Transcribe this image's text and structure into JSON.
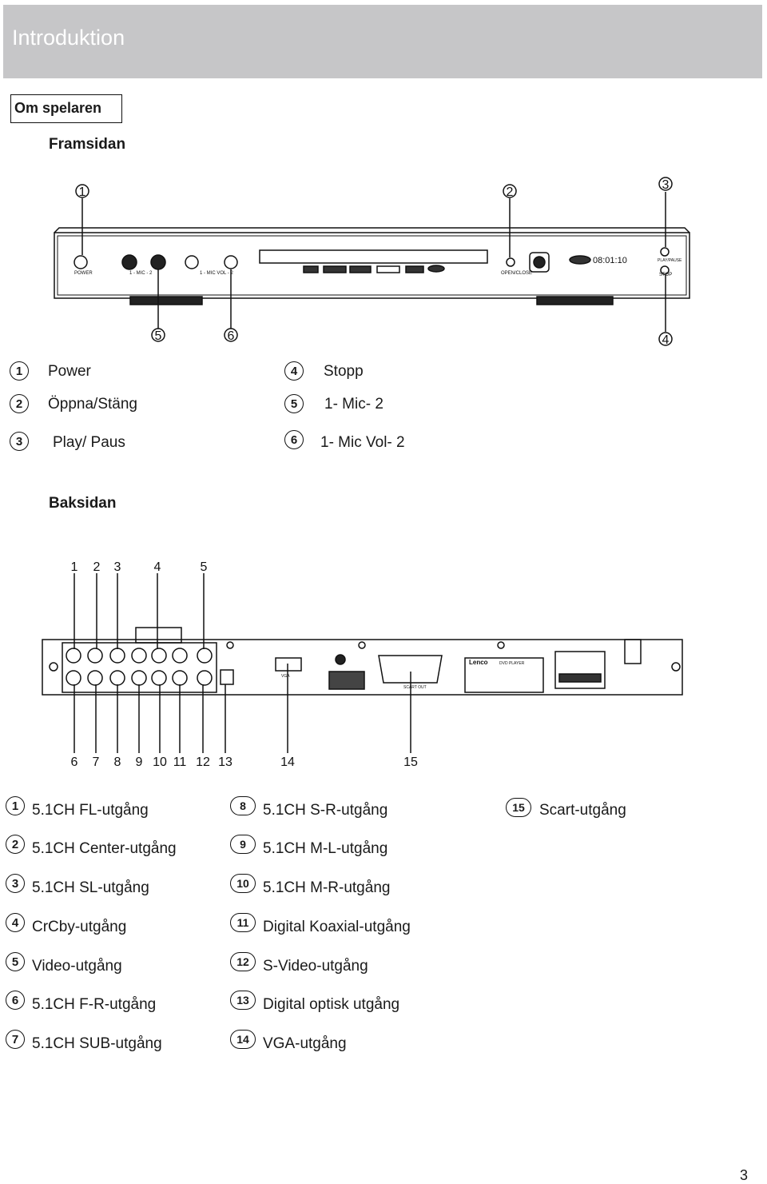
{
  "header": {
    "title": "Introduktion"
  },
  "section": {
    "title": "Om spelaren"
  },
  "front": {
    "title": "Framsidan",
    "panel_text": {
      "power": "POWER",
      "mic": "1 - MIC - 2",
      "micvol": "1 - MIC VOL - 2",
      "open": "OPEN/CLOSE",
      "play": "PLAY/PAUSE",
      "stop": "STOP",
      "display": "08:01:10"
    },
    "callouts": [
      "1",
      "2",
      "3",
      "4",
      "5",
      "6"
    ],
    "legend": [
      {
        "n": "1",
        "label": "Power"
      },
      {
        "n": "2",
        "label": "Öppna/Stäng"
      },
      {
        "n": "3",
        "label": "Play/ Paus"
      },
      {
        "n": "4",
        "label": "Stopp"
      },
      {
        "n": "5",
        "label": "1- Mic- 2"
      },
      {
        "n": "6",
        "label": "1- Mic Vol- 2"
      }
    ]
  },
  "back": {
    "title": "Baksidan",
    "panel_text": {
      "brand": "Lenco",
      "product": "DVD PLAYER",
      "vga": "VGA",
      "scart": "SCART OUT"
    },
    "callouts": [
      "1",
      "2",
      "3",
      "4",
      "5",
      "6",
      "7",
      "8",
      "9",
      "10",
      "11",
      "12",
      "13",
      "14",
      "15"
    ],
    "legend": [
      {
        "n": "1",
        "label": "5.1CH FL-utgång"
      },
      {
        "n": "2",
        "label": "5.1CH Center-utgång"
      },
      {
        "n": "3",
        "label": "5.1CH SL-utgång"
      },
      {
        "n": "4",
        "label": "CrCby-utgång"
      },
      {
        "n": "5",
        "label": "Video-utgång"
      },
      {
        "n": "6",
        "label": "5.1CH F-R-utgång"
      },
      {
        "n": "7",
        "label": "5.1CH SUB-utgång"
      },
      {
        "n": "8",
        "label": "5.1CH S-R-utgång"
      },
      {
        "n": "9",
        "label": "5.1CH M-L-utgång"
      },
      {
        "n": "10",
        "label": "5.1CH M-R-utgång"
      },
      {
        "n": "11",
        "label": "Digital Koaxial-utgång"
      },
      {
        "n": "12",
        "label": "S-Video-utgång"
      },
      {
        "n": "13",
        "label": "Digital optisk utgång"
      },
      {
        "n": "14",
        "label": "VGA-utgång"
      },
      {
        "n": "15",
        "label": "Scart-utgång"
      }
    ]
  },
  "page_number": "3"
}
